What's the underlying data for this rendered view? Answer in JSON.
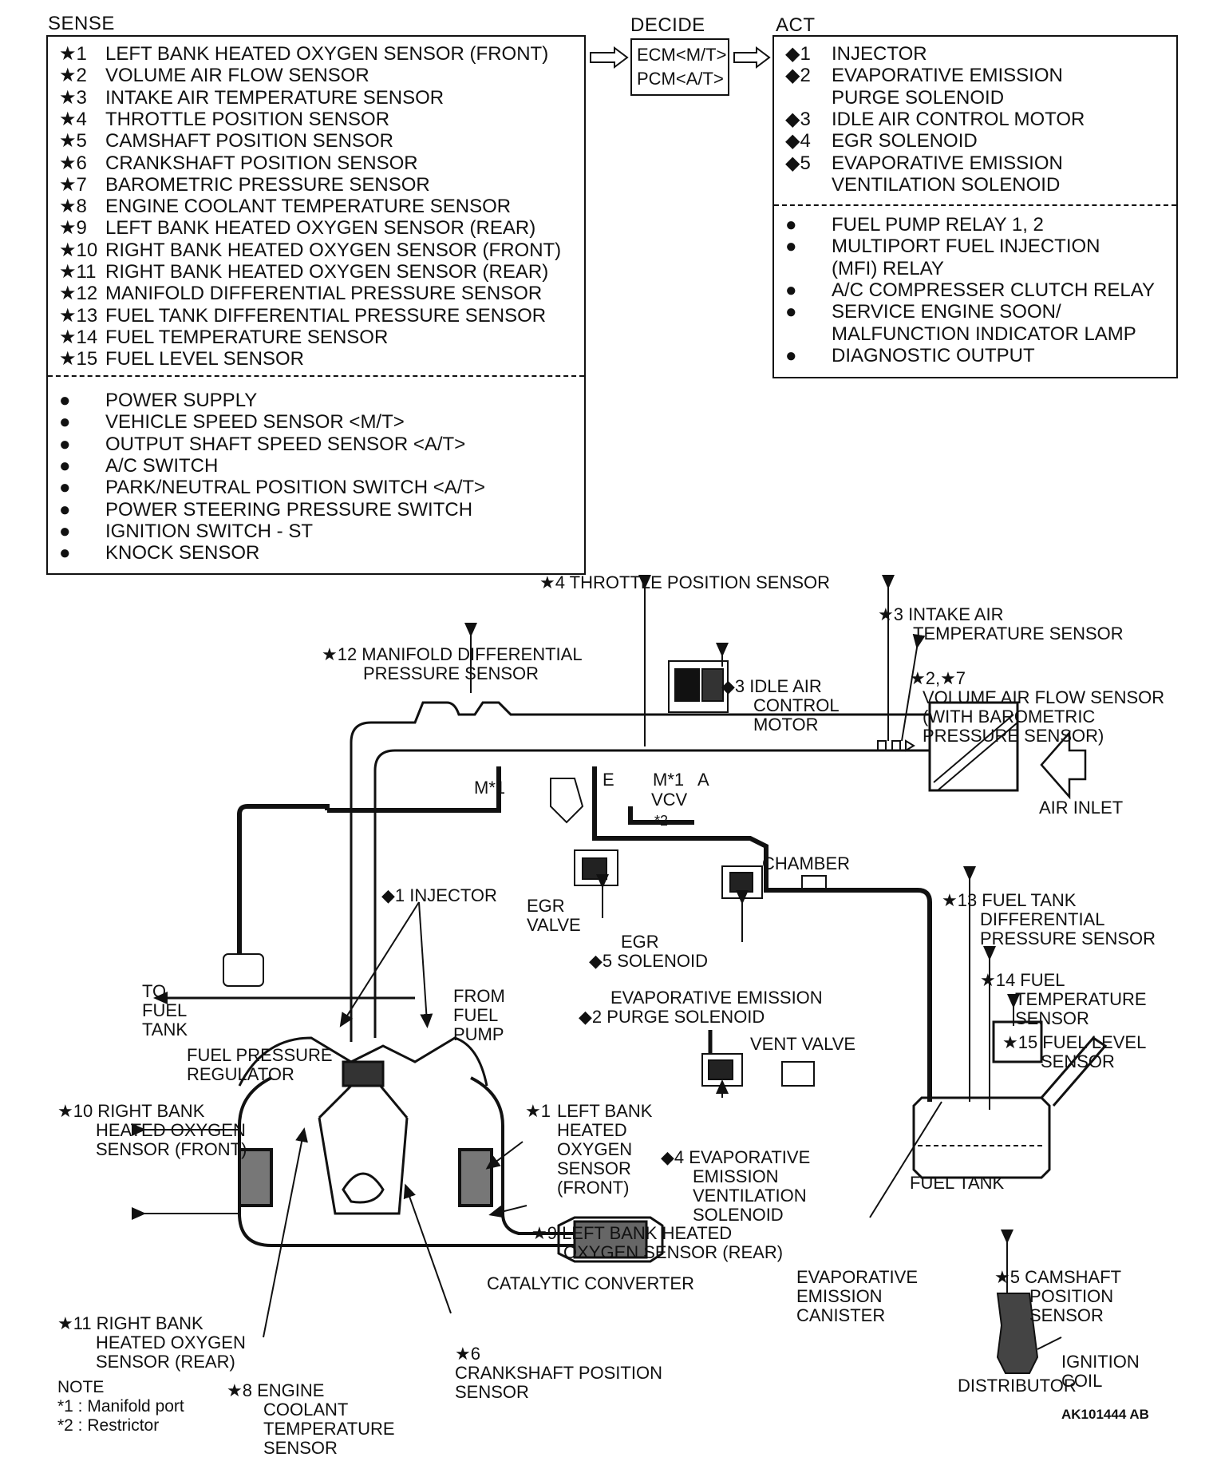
{
  "headers": {
    "sense": "SENSE",
    "decide": "DECIDE",
    "act": "ACT"
  },
  "decide_box": [
    "ECM<M/T>",
    "PCM<A/T>"
  ],
  "sense_starred": [
    {
      "mark": "★1",
      "text": "LEFT BANK HEATED OXYGEN SENSOR (FRONT)"
    },
    {
      "mark": "★2",
      "text": "VOLUME AIR FLOW SENSOR"
    },
    {
      "mark": "★3",
      "text": "INTAKE AIR TEMPERATURE SENSOR"
    },
    {
      "mark": "★4",
      "text": "THROTTLE POSITION SENSOR"
    },
    {
      "mark": "★5",
      "text": "CAMSHAFT POSITION SENSOR"
    },
    {
      "mark": "★6",
      "text": "CRANKSHAFT POSITION SENSOR"
    },
    {
      "mark": "★7",
      "text": "BAROMETRIC PRESSURE SENSOR"
    },
    {
      "mark": "★8",
      "text": "ENGINE COOLANT TEMPERATURE SENSOR"
    },
    {
      "mark": "★9",
      "text": "LEFT BANK HEATED OXYGEN SENSOR (REAR)"
    },
    {
      "mark": "★10",
      "text": "RIGHT BANK HEATED OXYGEN SENSOR (FRONT)"
    },
    {
      "mark": "★11",
      "text": "RIGHT BANK HEATED OXYGEN SENSOR (REAR)"
    },
    {
      "mark": "★12",
      "text": "MANIFOLD DIFFERENTIAL PRESSURE SENSOR"
    },
    {
      "mark": "★13",
      "text": "FUEL TANK DIFFERENTIAL PRESSURE SENSOR"
    },
    {
      "mark": "★14",
      "text": "FUEL TEMPERATURE SENSOR"
    },
    {
      "mark": "★15",
      "text": "FUEL LEVEL SENSOR"
    }
  ],
  "sense_dotted": [
    {
      "mark": "●",
      "text": "POWER SUPPLY"
    },
    {
      "mark": "●",
      "text": "VEHICLE SPEED SENSOR <M/T>"
    },
    {
      "mark": "●",
      "text": "OUTPUT SHAFT SPEED SENSOR <A/T>"
    },
    {
      "mark": "●",
      "text": "A/C SWITCH"
    },
    {
      "mark": "●",
      "text": "PARK/NEUTRAL POSITION SWITCH <A/T>"
    },
    {
      "mark": "●",
      "text": "POWER STEERING PRESSURE SWITCH"
    },
    {
      "mark": "●",
      "text": "IGNITION SWITCH - ST"
    },
    {
      "mark": "●",
      "text": "KNOCK SENSOR"
    }
  ],
  "act_diamond": [
    {
      "mark": "◆1",
      "text": "INJECTOR"
    },
    {
      "mark": "◆2",
      "text": "EVAPORATIVE EMISSION"
    },
    {
      "mark": "",
      "text": "PURGE SOLENOID"
    },
    {
      "mark": "◆3",
      "text": "IDLE AIR CONTROL MOTOR"
    },
    {
      "mark": "◆4",
      "text": "EGR SOLENOID"
    },
    {
      "mark": "◆5",
      "text": "EVAPORATIVE EMISSION"
    },
    {
      "mark": "",
      "text": "VENTILATION SOLENOID"
    }
  ],
  "act_dotted": [
    {
      "mark": "●",
      "text": "FUEL PUMP RELAY 1, 2"
    },
    {
      "mark": "●",
      "text": "MULTIPORT FUEL INJECTION"
    },
    {
      "mark": "",
      "text": "(MFI) RELAY"
    },
    {
      "mark": "●",
      "text": "A/C COMPRESSER CLUTCH RELAY"
    },
    {
      "mark": "●",
      "text": "SERVICE ENGINE SOON/"
    },
    {
      "mark": "",
      "text": "MALFUNCTION INDICATOR LAMP"
    },
    {
      "mark": "●",
      "text": "DIAGNOSTIC OUTPUT"
    }
  ],
  "labels": {
    "throttle": "★4 THROTTLE POSITION SENSOR",
    "intake_temp": [
      "★3 INTAKE AIR",
      "TEMPERATURE SENSOR"
    ],
    "manifold": [
      "★12 MANIFOLD DIFFERENTIAL",
      "PRESSURE SENSOR"
    ],
    "iac": [
      "◆3 IDLE AIR",
      "CONTROL",
      "MOTOR"
    ],
    "vaf": [
      "★2,★7",
      "VOLUME AIR FLOW SENSOR",
      "(WITH BAROMETRIC",
      "PRESSURE SENSOR)"
    ],
    "air_inlet": "AIR INLET",
    "port_m1_left": "M*1",
    "port_e": "E",
    "port_m1": "M*1",
    "port_a": "A",
    "vcv": "VCV",
    "restrictor": "*2",
    "egr_valve": [
      "EGR",
      "VALVE"
    ],
    "egr_solenoid": [
      "EGR",
      "◆5 SOLENOID"
    ],
    "chamber": "CHAMBER",
    "injector": "◆1 INJECTOR",
    "purge": [
      "EVAPORATIVE EMISSION",
      "◆2 PURGE SOLENOID"
    ],
    "to_fuel_tank": [
      "TO",
      "FUEL",
      "TANK"
    ],
    "from_fuel_pump": [
      "FROM",
      "FUEL",
      "PUMP"
    ],
    "fuel_pressure_regulator": [
      "FUEL PRESSURE",
      "REGULATOR"
    ],
    "fuel_tank_diff": [
      "★13 FUEL TANK",
      "DIFFERENTIAL",
      "PRESSURE SENSOR"
    ],
    "fuel_temp": [
      "★14 FUEL",
      "TEMPERATURE",
      "SENSOR"
    ],
    "fuel_level": [
      "★15 FUEL LEVEL",
      "SENSOR"
    ],
    "vent_valve": "VENT VALVE",
    "rb_o2_front": [
      "★10 RIGHT BANK",
      "HEATED OXYGEN",
      "SENSOR (FRONT)"
    ],
    "lb_o2_front": [
      "LEFT BANK",
      "HEATED",
      "OXYGEN",
      "SENSOR",
      "(FRONT)"
    ],
    "lb_o2_front_mark": "★1",
    "vent_solenoid": [
      "◆4 EVAPORATIVE",
      "EMISSION",
      "VENTILATION",
      "SOLENOID"
    ],
    "fuel_tank": "FUEL TANK",
    "lb_o2_rear": [
      "★9 LEFT BANK HEATED",
      "OXYGEN SENSOR (REAR)"
    ],
    "canister": [
      "EVAPORATIVE",
      "EMISSION",
      "CANISTER"
    ],
    "camshaft": [
      "★5 CAMSHAFT",
      "POSITION",
      "SENSOR"
    ],
    "catalytic": "CATALYTIC CONVERTER",
    "rb_o2_rear": [
      "★11 RIGHT BANK",
      "HEATED OXYGEN",
      "SENSOR (REAR)"
    ],
    "crankshaft": [
      "★6",
      "CRANKSHAFT POSITION",
      "SENSOR"
    ],
    "ignition_coil": [
      "IGNITION",
      "COIL"
    ],
    "coolant": [
      "★8 ENGINE",
      "COOLANT",
      "TEMPERATURE",
      "SENSOR"
    ],
    "distributor": "DISTRIBUTOR",
    "note": [
      "NOTE",
      "*1 : Manifold port",
      "*2 : Restrictor"
    ],
    "ref_code": "AK101444 AB"
  }
}
